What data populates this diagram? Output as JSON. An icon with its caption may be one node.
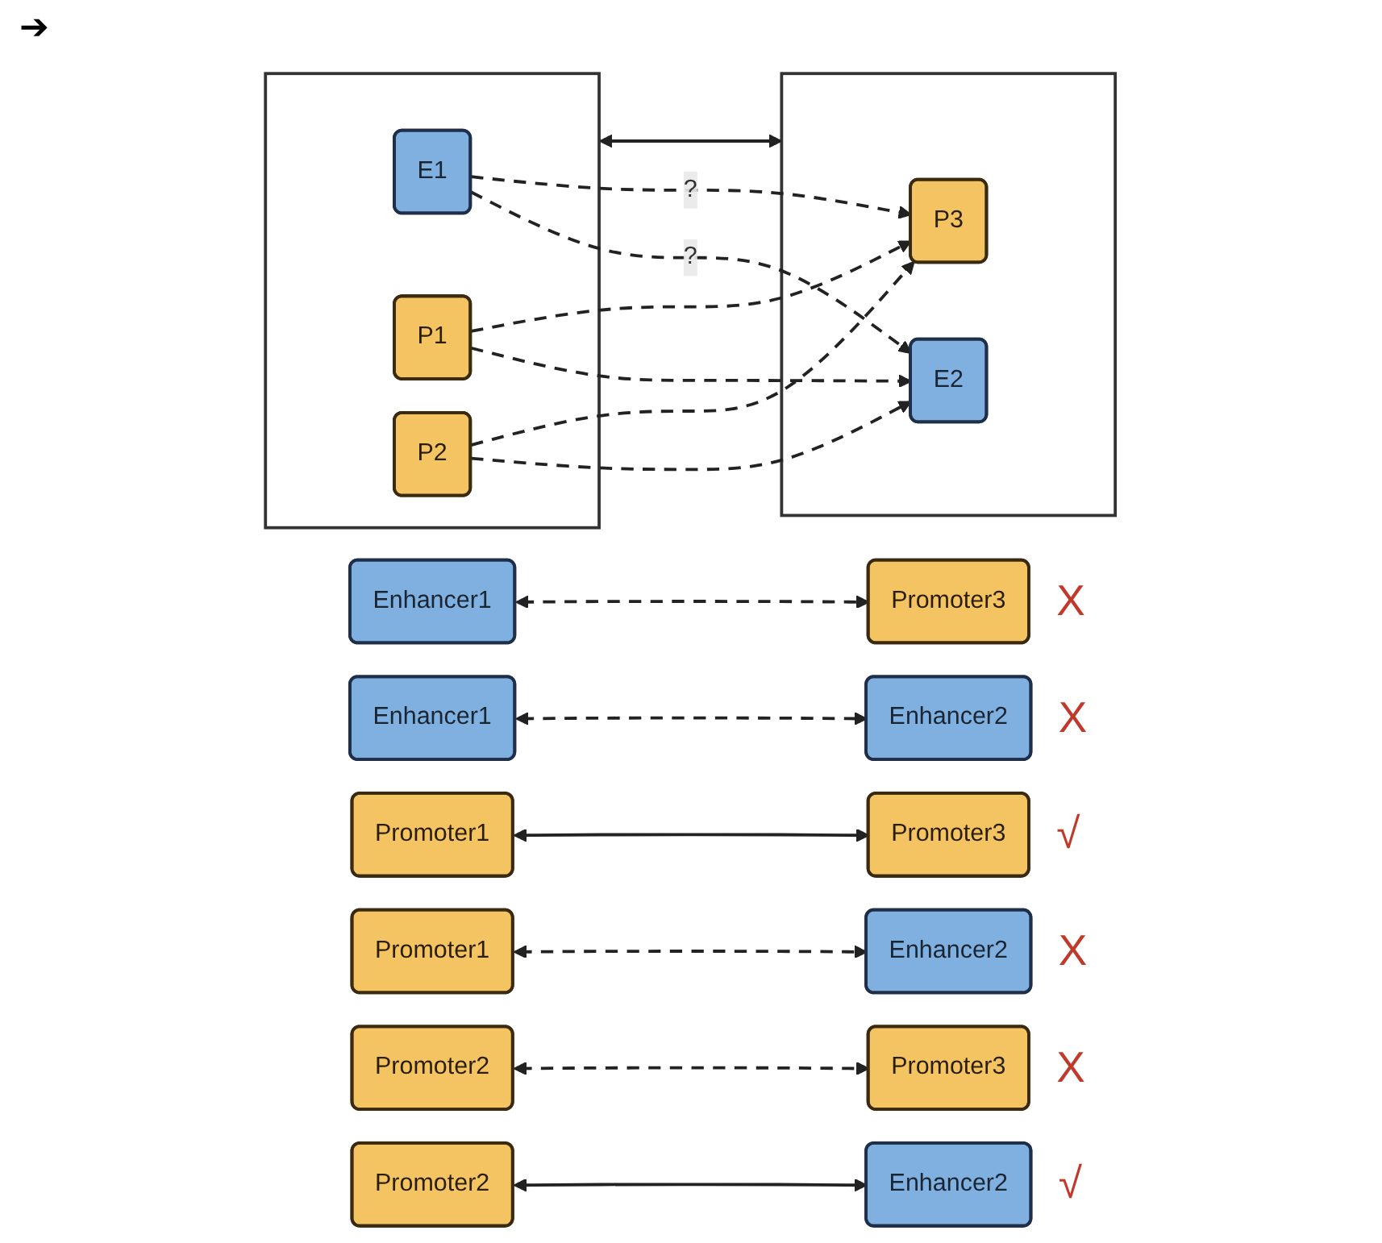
{
  "diagram": {
    "nodes": [
      {
        "text": [],
        "shape": "box"
      },
      {
        "text": [
          "E1"
        ],
        "in": 0
      },
      {
        "text": [
          "P1"
        ],
        "in": 0
      },
      {
        "text": [
          "P2"
        ],
        "in": 0
      },
      {
        "text": [],
        "shape": "box"
      },
      {
        "text": [
          "P3"
        ],
        "in": 4
      },
      {
        "text": [
          "E2"
        ],
        "in": 4
      },
      {
        "text": [
          "Enhancer1"
        ]
      },
      {
        "text": [
          "Promoter3"
        ],
        "beside": [
          "X"
        ]
      },
      {
        "text": [
          "Enhancer1"
        ]
      },
      {
        "text": [
          "Enhancer2"
        ],
        "beside": [
          "X"
        ]
      },
      {
        "text": [
          "Promoter1"
        ]
      },
      {
        "text": [
          "Promoter3"
        ],
        "beside": [
          "√"
        ]
      },
      {
        "text": [
          "Promoter1"
        ]
      },
      {
        "text": [
          "Enhancer2"
        ],
        "beside": [
          "X"
        ]
      },
      {
        "text": [
          "Promoter2"
        ]
      },
      {
        "text": [
          "Promoter3"
        ],
        "beside": [
          "X"
        ]
      },
      {
        "text": [
          "Promoter2"
        ]
      },
      {
        "text": [
          "Enhancer2"
        ],
        "beside": [
          "√"
        ]
      }
    ],
    "edges": [
      {
        "from": 0,
        "to": 4,
        "arrow": "both"
      },
      {
        "from": 1,
        "to": 6,
        "arrow": "to",
        "style": "dashed",
        "label": "?"
      },
      {
        "from": 2,
        "to": 6,
        "arrow": "to",
        "style": "dashed"
      },
      {
        "from": 3,
        "to": 6,
        "arrow": "to",
        "style": "dashed"
      },
      {
        "from": 1,
        "to": 5,
        "arrow": "to",
        "style": "dashed",
        "label": "?"
      },
      {
        "from": 2,
        "to": 5,
        "arrow": "to",
        "style": "dashed"
      },
      {
        "from": 3,
        "to": 5,
        "arrow": "to",
        "style": "dashed"
      },
      {
        "from": 7,
        "to": 8,
        "arrow": "both",
        "style": "dashed"
      },
      {
        "from": 9,
        "to": 10,
        "arrow": "both",
        "style": "dashed"
      },
      {
        "from": 11,
        "to": 12,
        "arrow": "both"
      },
      {
        "from": 13,
        "to": 14,
        "arrow": "both",
        "style": "dashed"
      },
      {
        "from": 15,
        "to": 16,
        "arrow": "both",
        "style": "dashed"
      },
      {
        "from": 17,
        "to": 18,
        "arrow": "both"
      }
    ],
    "labels": [
      "➔"
    ]
  }
}
